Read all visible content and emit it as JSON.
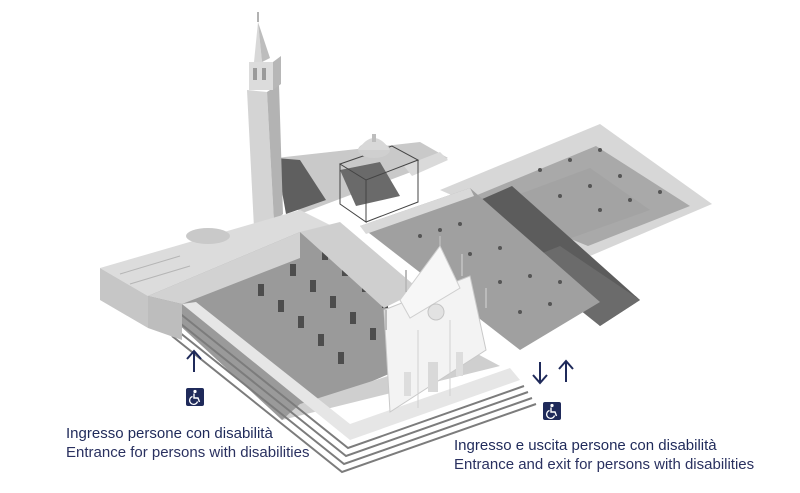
{
  "left_entrance": {
    "label_it": "Ingresso persone con disabilità",
    "label_en": "Entrance for persons with disabilities",
    "arrow": "arrow-up-icon",
    "symbol": "wheelchair-icon"
  },
  "right_entrance": {
    "label_it": "Ingresso e uscita persone con disabilità",
    "label_en": "Entrance and exit for persons with disabilities",
    "arrows": [
      "arrow-down-icon",
      "arrow-up-icon"
    ],
    "symbol": "wheelchair-icon"
  },
  "colors": {
    "accent": "#1f2a5a",
    "ground": "#9e9e9e",
    "wall": "#d6d6d6",
    "dark_roof": "#5e5e5e",
    "church": "#f2f2f2"
  }
}
